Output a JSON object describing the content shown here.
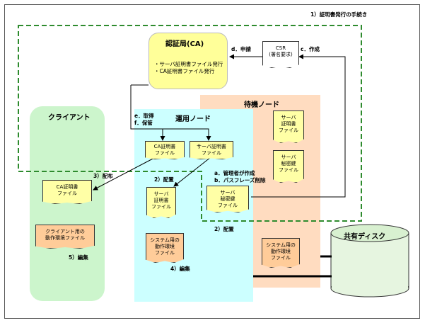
{
  "title_procedure": "1）証明書発行の手続き",
  "ca": {
    "title": "認証局(CA)",
    "items": [
      "・サーバ証明書ファイル発行",
      "・CA証明書ファイル発行"
    ]
  },
  "csr": {
    "line1": "CSR",
    "line2": "(署名要求)"
  },
  "steps": {
    "d": "d．申請",
    "c": "c．作成",
    "e": "e．取得",
    "f": "f．保管",
    "a": "a．管理者が作成",
    "b": "b．パスフレーズ削除",
    "distribute": "3）配布",
    "place1": "2）配置",
    "place2": "2）配置",
    "edit_system": "4）編集",
    "edit_client": "5）編集"
  },
  "client": {
    "title": "クライアント",
    "ca_cert": [
      "CA証明書",
      "ファイル"
    ],
    "env_file": [
      "クライアント用の",
      "動作環境ファイル"
    ]
  },
  "active_node": {
    "title": "運用ノード",
    "ca_cert": [
      "CA証明書",
      "ファイル"
    ],
    "server_cert": [
      "サーバ証明書",
      "ファイル"
    ],
    "server_cert2": [
      "サーバ",
      "証明書",
      "ファイル"
    ],
    "private_key": [
      "サーバ",
      "秘密鍵",
      "ファイル"
    ],
    "env_file": [
      "システム用の",
      "動作環境",
      "ファイル"
    ]
  },
  "standby_node": {
    "title": "待機ノード",
    "server_cert": [
      "サーバ",
      "証明書",
      "ファイル"
    ],
    "private_key": [
      "サーバ",
      "秘密鍵",
      "ファイル"
    ],
    "env_file": [
      "システム用の",
      "動作環境",
      "ファイル"
    ]
  },
  "shared_disk": {
    "title": "共有ディスク"
  },
  "colors": {
    "client_bg": "#ccf5cc",
    "active_bg": "#ccffff",
    "standby_bg": "#ffdcc0",
    "ca_bg": "#ffff99",
    "dashed_green": "#2e8b2e"
  }
}
